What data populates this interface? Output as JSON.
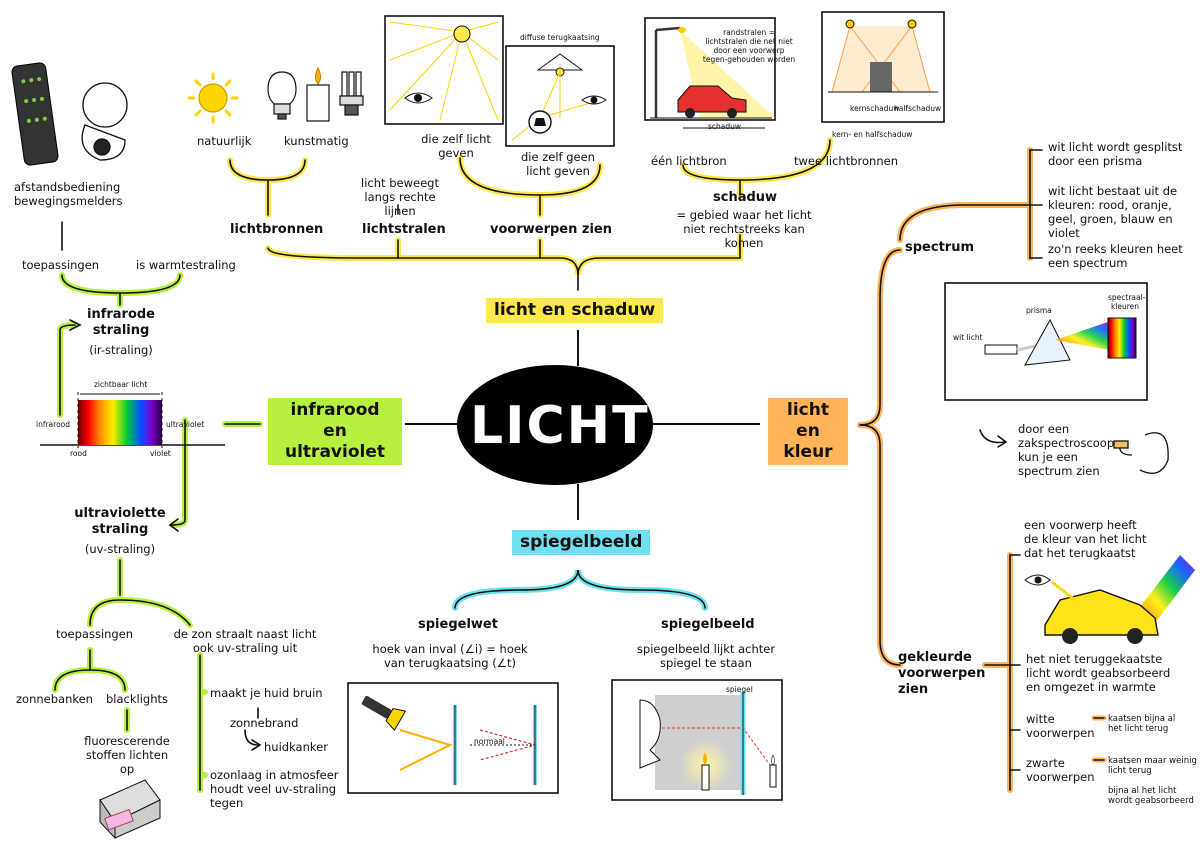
{
  "center": {
    "title": "LICHT"
  },
  "branches": {
    "schaduw_main": "licht en schaduw",
    "infrarood_uv": "infrarood en ultraviolet",
    "kleur": "licht en kleur",
    "spiegel": "spiegelbeeld"
  },
  "schaduw": {
    "natuurlijk": "natuurlijk",
    "kunstmatig": "kunstmatig",
    "lichtbronnen": "lichtbronnen",
    "beweegt": "licht beweegt langs rechte lijnen",
    "lichtstralen": "lichtstralen",
    "zelf_geven": "die zelf licht geven",
    "geen_geven": "die zelf geen licht geven",
    "diffuse": "diffuse terugkaatsing",
    "voorwerpen_zien": "voorwerpen zien",
    "randstralen": "randstralen = lichtstralen die net niet door een voorwerp tegen-gehouden worden",
    "schaduw_label": "schaduw",
    "een_bron": "één lichtbron",
    "twee_bronnen": "twee lichtbronnen",
    "kern_half": "kern- en halfschaduw",
    "kernschaduw": "kernschaduw",
    "halfschaduw": "halfschaduw",
    "schaduw_title": "schaduw",
    "definitie": "= gebied waar het licht niet rechtstreeks kan komen"
  },
  "ir_uv": {
    "afstand": "afstandsbediening bewegingsmelders",
    "toepassingen": "toepassingen",
    "warmte": "is warmtestraling",
    "ir_title": "infrarode straling",
    "ir_sub": "(ir-straling)",
    "zichtbaar": "zichtbaar licht",
    "infrarood": "infrarood",
    "ultraviolet": "ultraviolet",
    "rood": "rood",
    "violet": "violet",
    "uv_title": "ultraviolette straling",
    "uv_sub": "(uv-straling)",
    "toepassingen2": "toepassingen",
    "zon": "de zon straalt naast licht ook uv-straling uit",
    "zonnebanken": "zonnebanken",
    "blacklights": "blacklights",
    "fluor": "fluorescerende stoffen lichten op",
    "bruin": "maakt je huid bruin",
    "zonnebrand": "zonnebrand",
    "huidkanker": "huidkanker",
    "ozon": "ozonlaag in atmosfeer houdt veel uv-straling tegen"
  },
  "spiegel": {
    "wet": "spiegelwet",
    "wet_text": "hoek van inval (∠i) = hoek van terugkaatsing (∠t)",
    "beeld": "spiegelbeeld",
    "beeld_text": "spiegelbeeld lijkt achter spiegel te staan",
    "normaal": "normaal",
    "spiegel_lbl": "spiegel"
  },
  "kleur": {
    "spectrum": "spectrum",
    "s1": "wit licht wordt gesplitst door een prisma",
    "s2": "wit licht bestaat uit de kleuren: rood, oranje, geel, groen, blauw en violet",
    "s3": "zo'n reeks kleuren heet een spectrum",
    "wit_licht": "wit licht",
    "prisma": "prisma",
    "spectraal": "spectraal-kleuren",
    "zak": "door een zakspectroscoop kun je een spectrum zien",
    "gekleurde": "gekleurde voorwerpen zien",
    "g1": "een voorwerp heeft de kleur van het licht dat het terugkaatst",
    "g2": "het niet teruggekaatste licht wordt geabsorbeerd en omgezet in warmte",
    "witte": "witte voorwerpen",
    "witte_t": "kaatsen bijna al het licht terug",
    "zwarte": "zwarte voorwerpen",
    "zwarte_t": "kaatsen maar weinig licht terug",
    "zwarte_t2": "bijna al het licht wordt geabsorbeerd"
  },
  "colors": {
    "yellow": "#ffe84a",
    "green": "#b8f040",
    "orange": "#ffb45a",
    "cyan": "#6ee0f0"
  }
}
